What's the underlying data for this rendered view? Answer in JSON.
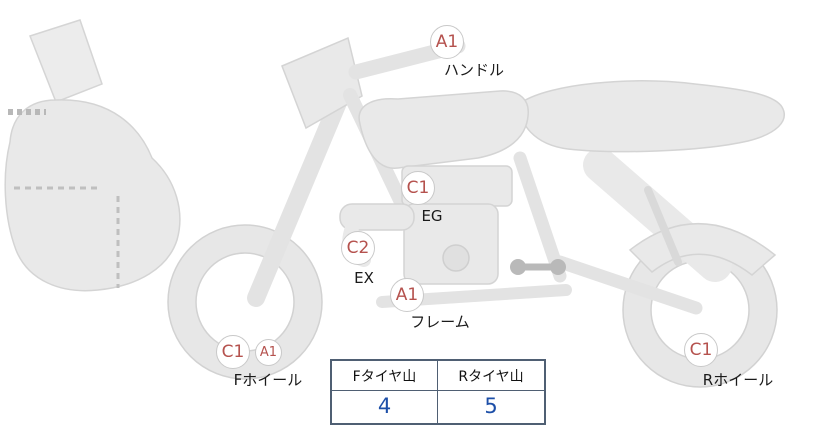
{
  "diagram": {
    "title": "motorcycle-condition-diagram",
    "badges": {
      "handle": {
        "grade": "A1",
        "label": "ハンドル"
      },
      "engine": {
        "grade": "C1",
        "label": "EG"
      },
      "exhaust": {
        "grade": "C2",
        "label": "EX"
      },
      "frame": {
        "grade": "A1",
        "label": "フレーム"
      },
      "front_wheel": {
        "grade": "C1",
        "grade2": "A1",
        "label": "Fホイール"
      },
      "rear_wheel": {
        "grade": "C1",
        "label": "Rホイール"
      }
    }
  },
  "tire_table": {
    "front": {
      "header": "Fタイヤ山",
      "value": "4"
    },
    "rear": {
      "header": "Rタイヤ山",
      "value": "5"
    }
  },
  "colors": {
    "grade_text": "#b5524e",
    "tire_value": "#1d4fa8",
    "bike_fill": "#e9e9e9",
    "bike_stroke": "#d4d4d4",
    "table_border": "#4f5f73"
  }
}
